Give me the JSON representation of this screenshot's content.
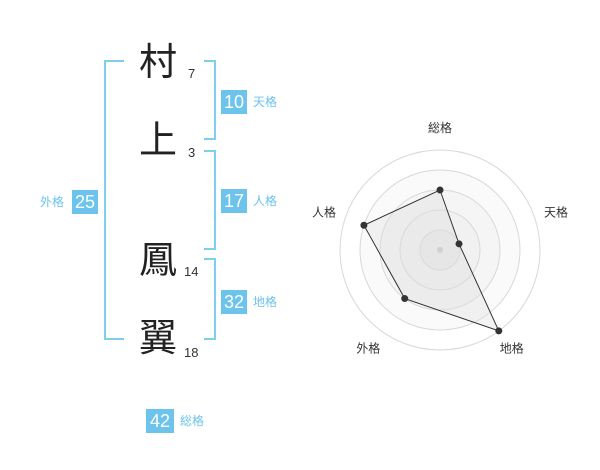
{
  "name": {
    "chars": [
      {
        "char": "村",
        "strokes": "7"
      },
      {
        "char": "上",
        "strokes": "3"
      },
      {
        "char": "鳳",
        "strokes": "14"
      },
      {
        "char": "翼",
        "strokes": "18"
      }
    ]
  },
  "fortune": {
    "ten": {
      "value": "10",
      "label": "天格"
    },
    "jin": {
      "value": "17",
      "label": "人格"
    },
    "chi": {
      "value": "32",
      "label": "地格"
    },
    "gai": {
      "value": "25",
      "label": "外格"
    },
    "so": {
      "value": "42",
      "label": "総格"
    }
  },
  "colors": {
    "accent": "#6cc3ec",
    "bracket": "#7fcdf0"
  },
  "chart_data": {
    "type": "radar",
    "axes": [
      "総格",
      "天格",
      "地格",
      "外格",
      "人格"
    ],
    "max": 5,
    "rings": 5,
    "values": [
      3,
      1,
      5,
      3,
      4
    ]
  }
}
